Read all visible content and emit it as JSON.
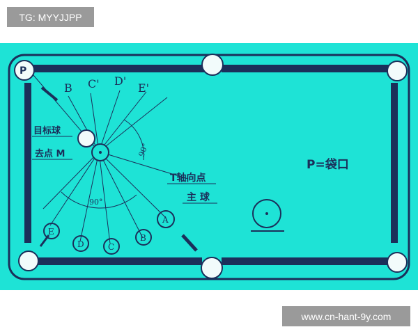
{
  "watermark_tag": "TG: MYYJJPP",
  "website": "www.cn-hant-9y.com",
  "colors": {
    "background": "#1ee3d6",
    "ink": "#1b2f5a",
    "badge": "#9a9a9a"
  },
  "diagram": {
    "pocket_label": "P",
    "top_letters": [
      "B",
      "C'",
      "D'",
      "E'"
    ],
    "bottom_letters": [
      "E",
      "D",
      "C",
      "B",
      "A"
    ],
    "target_ball_label": "目标球",
    "aim_point_label": "去点 M",
    "t_line_label": "T轴向点",
    "cue_ball_label": "主 球",
    "angle_labels": [
      "90°",
      "90°"
    ],
    "legend": "P=袋口"
  }
}
